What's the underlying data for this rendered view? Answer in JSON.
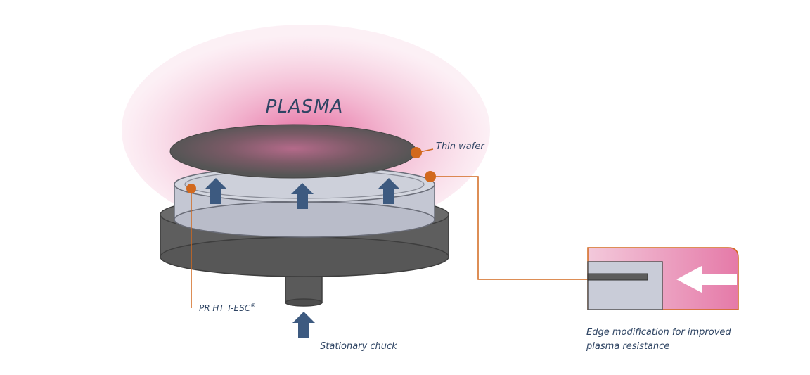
{
  "labels": {
    "plasma": "PLASMA",
    "thin_wafer": "Thin wafer",
    "esc": "PR HT T-ESC",
    "esc_mark": "®",
    "stationary_chuck": "Stationary chuck",
    "edge_mod_line1": "Edge modification for improved",
    "edge_mod_line2": "plasma resistance"
  },
  "colors": {
    "plasma": "#e0498a",
    "callout": "#d2691e",
    "arrow": "#3d5a80",
    "text": "#2e4463",
    "wafer": "#555555",
    "chuck_dark": "#5e5e5e",
    "chuck_light": "#c7cad6"
  },
  "icons": [
    "up-arrow-icon",
    "left-arrow-icon",
    "callout-dot-icon"
  ]
}
